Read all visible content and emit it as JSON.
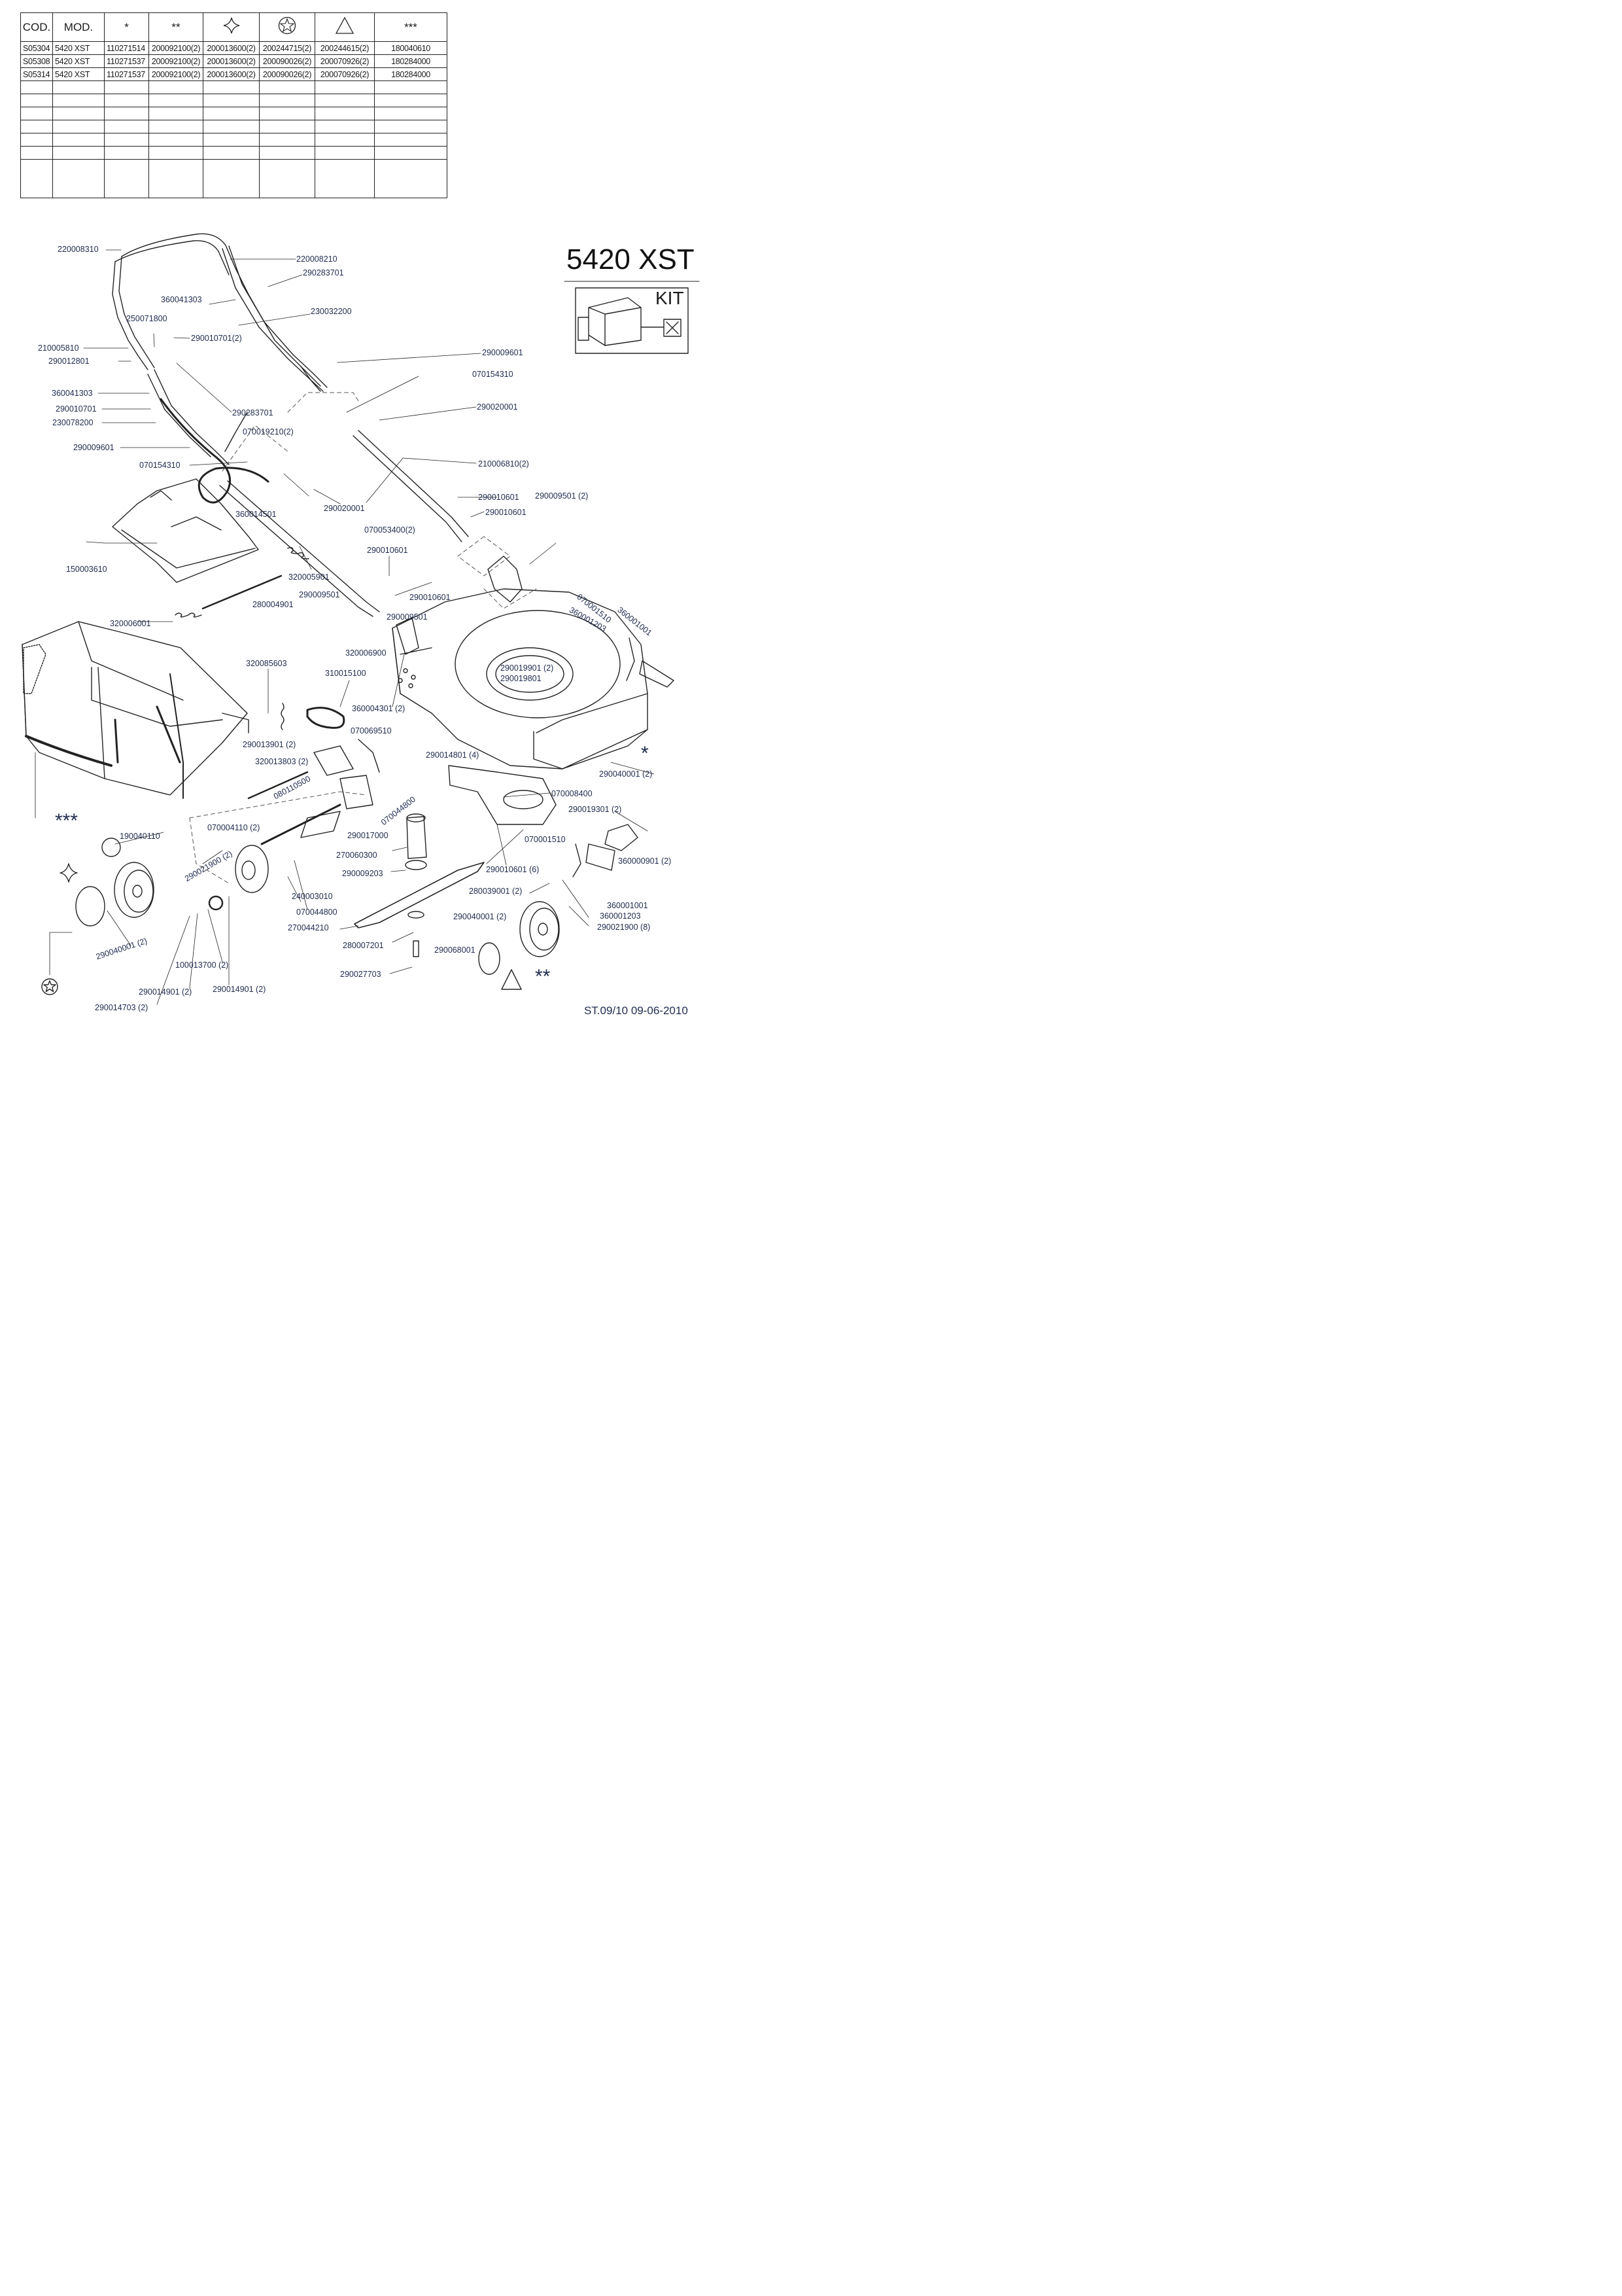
{
  "table": {
    "headers": {
      "cod": "COD.",
      "mod": "MOD.",
      "col1": "*",
      "col2": "**",
      "col3_icon": "four-point-star-icon",
      "col4_icon": "circled-star-icon",
      "col5_icon": "triangle-icon",
      "col6": "***"
    },
    "rows": [
      [
        "S05304",
        "5420 XST",
        "110271514",
        "200092100(2)",
        "200013600(2)",
        "200244715(2)",
        "200244615(2)",
        "180040610"
      ],
      [
        "S05308",
        "5420 XST",
        "110271537",
        "200092100(2)",
        "200013600(2)",
        "200090026(2)",
        "200070926(2)",
        "180284000"
      ],
      [
        "S05314",
        "5420 XST",
        "110271537",
        "200092100(2)",
        "200013600(2)",
        "200090026(2)",
        "200070926(2)",
        "180284000"
      ]
    ],
    "blank_rows": 7
  },
  "model_title": "5420 XST",
  "kit_label": "KIT",
  "footer": "ST.09/10  09-06-2010",
  "markers": {
    "single": "*",
    "double": "**",
    "triple": "***"
  },
  "part_labels": {
    "p220008310": "220008310",
    "p220008210": "220008210",
    "p290283701a": "290283701",
    "p360041303a": "360041303",
    "p230032200": "230032200",
    "p250071800": "250071800",
    "p290010701_2": "290010701(2)",
    "p210005810": "210005810",
    "p290012801": "290012801",
    "p290009601a": "290009601",
    "p070154310a": "070154310",
    "p360041303b": "360041303",
    "p290010701": "290010701",
    "p230078200": "230078200",
    "p290283701b": "290283701",
    "p290020001a": "290020001",
    "p290009601b": "290009601",
    "p070019210": "070019210(2)",
    "p070154310b": "070154310",
    "p210006810": "210006810(2)",
    "p360014501": "360014501",
    "p290020001b": "290020001",
    "p070053400": "070053400(2)",
    "p290010601a": "290010601",
    "p290009501_2": "290009501 (2)",
    "p290010601b": "290010601",
    "p150003610": "150003610",
    "p290010601c": "290010601",
    "p320005901": "320005901",
    "p290009501a": "290009501",
    "p290010601d": "290010601",
    "p280004901": "280004901",
    "p290009501b": "290009501",
    "p320006001": "320006001",
    "p070001510a": "070001510",
    "p360001203a": "360001203",
    "p360001001a": "360001001",
    "p320006900": "320006900",
    "p320085603": "320085603",
    "p310015100": "310015100",
    "p290019901": "290019901 (2)",
    "p290019801": "290019801",
    "p360004301": "360004301 (2)",
    "p070069510": "070069510",
    "p290013901": "290013901 (2)",
    "p290014801": "290014801 (4)",
    "p320013803": "320013803 (2)",
    "p080110500": "080110500",
    "p290040001a": "290040001 (2)",
    "p070008400": "070008400",
    "p070044800a": "070044800",
    "p290019301": "290019301 (2)",
    "p190040110": "190040110",
    "p070004110": "070004110 (2)",
    "p290017000": "290017000",
    "p070001510b": "070001510",
    "p290021900a": "290021900 (2)",
    "p270060300": "270060300",
    "p290010601_6": "290010601 (6)",
    "p360000901": "360000901 (2)",
    "p290009203": "290009203",
    "p280039001": "280039001 (2)",
    "p240003010": "240003010",
    "p360001001b": "360001001",
    "p070044800b": "070044800",
    "p360001203b": "360001203",
    "p290040001b": "290040001 (2)",
    "p290021900b": "290021900 (8)",
    "p270044210": "270044210",
    "p290040001c": "290040001 (2)",
    "p280007201": "280007201",
    "p290068001": "290068001",
    "p100013700": "100013700 (2)",
    "p290027703": "290027703",
    "p290014901a": "290014901 (2)",
    "p290014901b": "290014901 (2)",
    "p290014703": "290014703 (2)"
  },
  "colors": {
    "line": "#222222",
    "label": "#1f2b4f",
    "dashed_guide": "#555555"
  }
}
